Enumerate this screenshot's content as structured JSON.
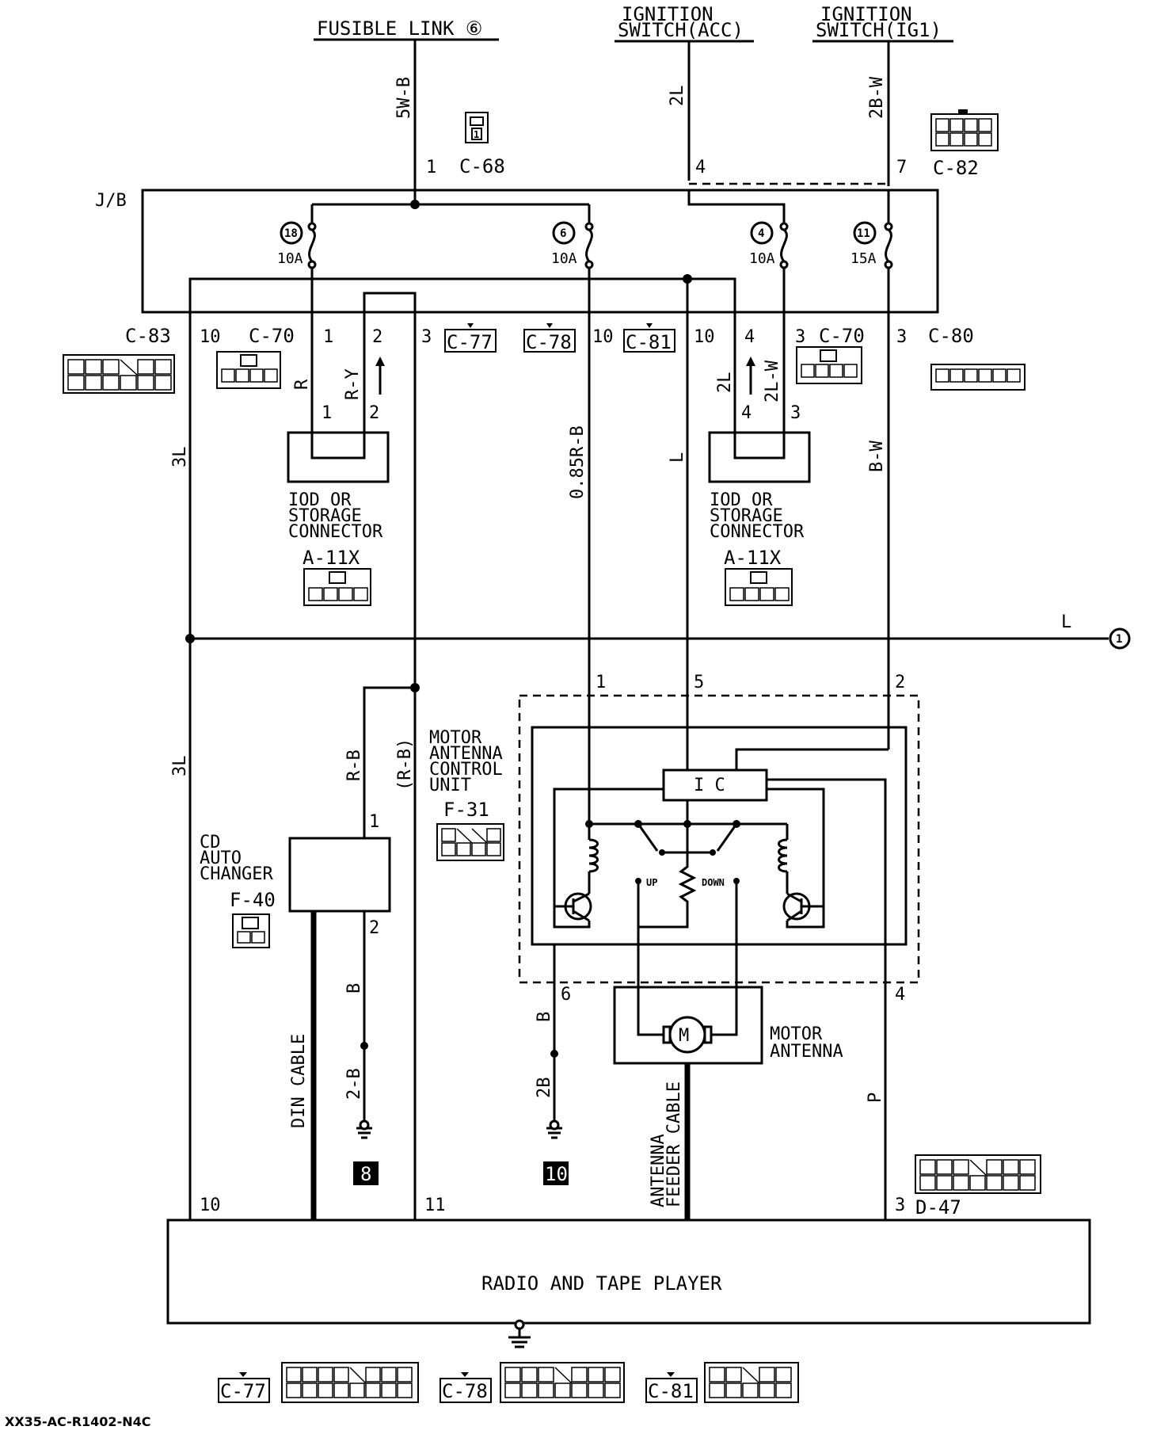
{
  "supplies": {
    "fusible_link": "FUSIBLE LINK ⑥",
    "ign_acc_1": "IGNITION",
    "ign_acc_2": "SWITCH(ACC)",
    "ign_ig1_1": "IGNITION",
    "ign_ig1_2": "SWITCH(IG1)"
  },
  "wires": {
    "w1": "5W-B",
    "w2": "2L",
    "w3": "2B-W",
    "w4": "3L",
    "w5": "R",
    "w6": "R-Y",
    "w7": "0.85R-B",
    "w8": "L",
    "w9": "2L",
    "w10": "2L-W",
    "w11": "B-W",
    "w12": "L",
    "w13": "3L",
    "w14": "R-B",
    "w15": "(R-B)",
    "w16": "B",
    "w17": "2-B",
    "w18": "B",
    "w19": "2B",
    "w20": "P"
  },
  "connectors": {
    "c68": "C-68",
    "c82": "C-82",
    "jb": "J/B",
    "c83": "C-83",
    "c70a": "C-70",
    "c70b": "C-70",
    "c77": "C-77",
    "c78": "C-78",
    "c81": "C-81",
    "c80": "C-80",
    "a11x_a": "A-11X",
    "a11x_b": "A-11X",
    "f31": "F-31",
    "f40": "F-40",
    "d47": "D-47",
    "b_c77": "C-77",
    "b_c78": "C-78",
    "b_c81": "C-81"
  },
  "fuses": {
    "f18": "18",
    "f18_amp": "10A",
    "f6": "6",
    "f6_amp": "10A",
    "f4": "4",
    "f4_amp": "10A",
    "f11": "11",
    "f11_amp": "15A"
  },
  "pins": {
    "p1": "1",
    "p4": "4",
    "p7": "7",
    "c83_10": "10",
    "c70_1": "1",
    "c70_2": "2",
    "c77_3": "3",
    "c78_10": "10",
    "c81_10": "10",
    "c70_4": "4",
    "c70_3": "3",
    "c80_3": "3",
    "a_1": "1",
    "a_2": "2",
    "b_4": "4",
    "b_3": "3",
    "m1": "1",
    "m5": "5",
    "m2": "2",
    "m6": "6",
    "m4": "4",
    "cd1": "1",
    "cd2": "2",
    "r10": "10",
    "r11": "11",
    "r3": "3"
  },
  "components": {
    "iod_a_1": "IOD OR",
    "iod_a_2": "STORAGE",
    "iod_a_3": "CONNECTOR",
    "iod_b_1": "IOD OR",
    "iod_b_2": "STORAGE",
    "iod_b_3": "CONNECTOR",
    "mac_1": "MOTOR",
    "mac_2": "ANTENNA",
    "mac_3": "CONTROL",
    "mac_4": "UNIT",
    "ic": "I C",
    "up": "UP",
    "down": "DOWN",
    "cd_1": "CD",
    "cd_2": "AUTO",
    "cd_3": "CHANGER",
    "motor_1": "MOTOR",
    "motor_2": "ANTENNA",
    "din_cable": "DIN CABLE",
    "feeder_1": "ANTENNA",
    "feeder_2": "FEEDER CABLE",
    "radio": "RADIO AND TAPE PLAYER",
    "gnd8": "8",
    "gnd10": "10",
    "offpage": "1"
  },
  "footer": "XX35-AC-R1402-N4C"
}
